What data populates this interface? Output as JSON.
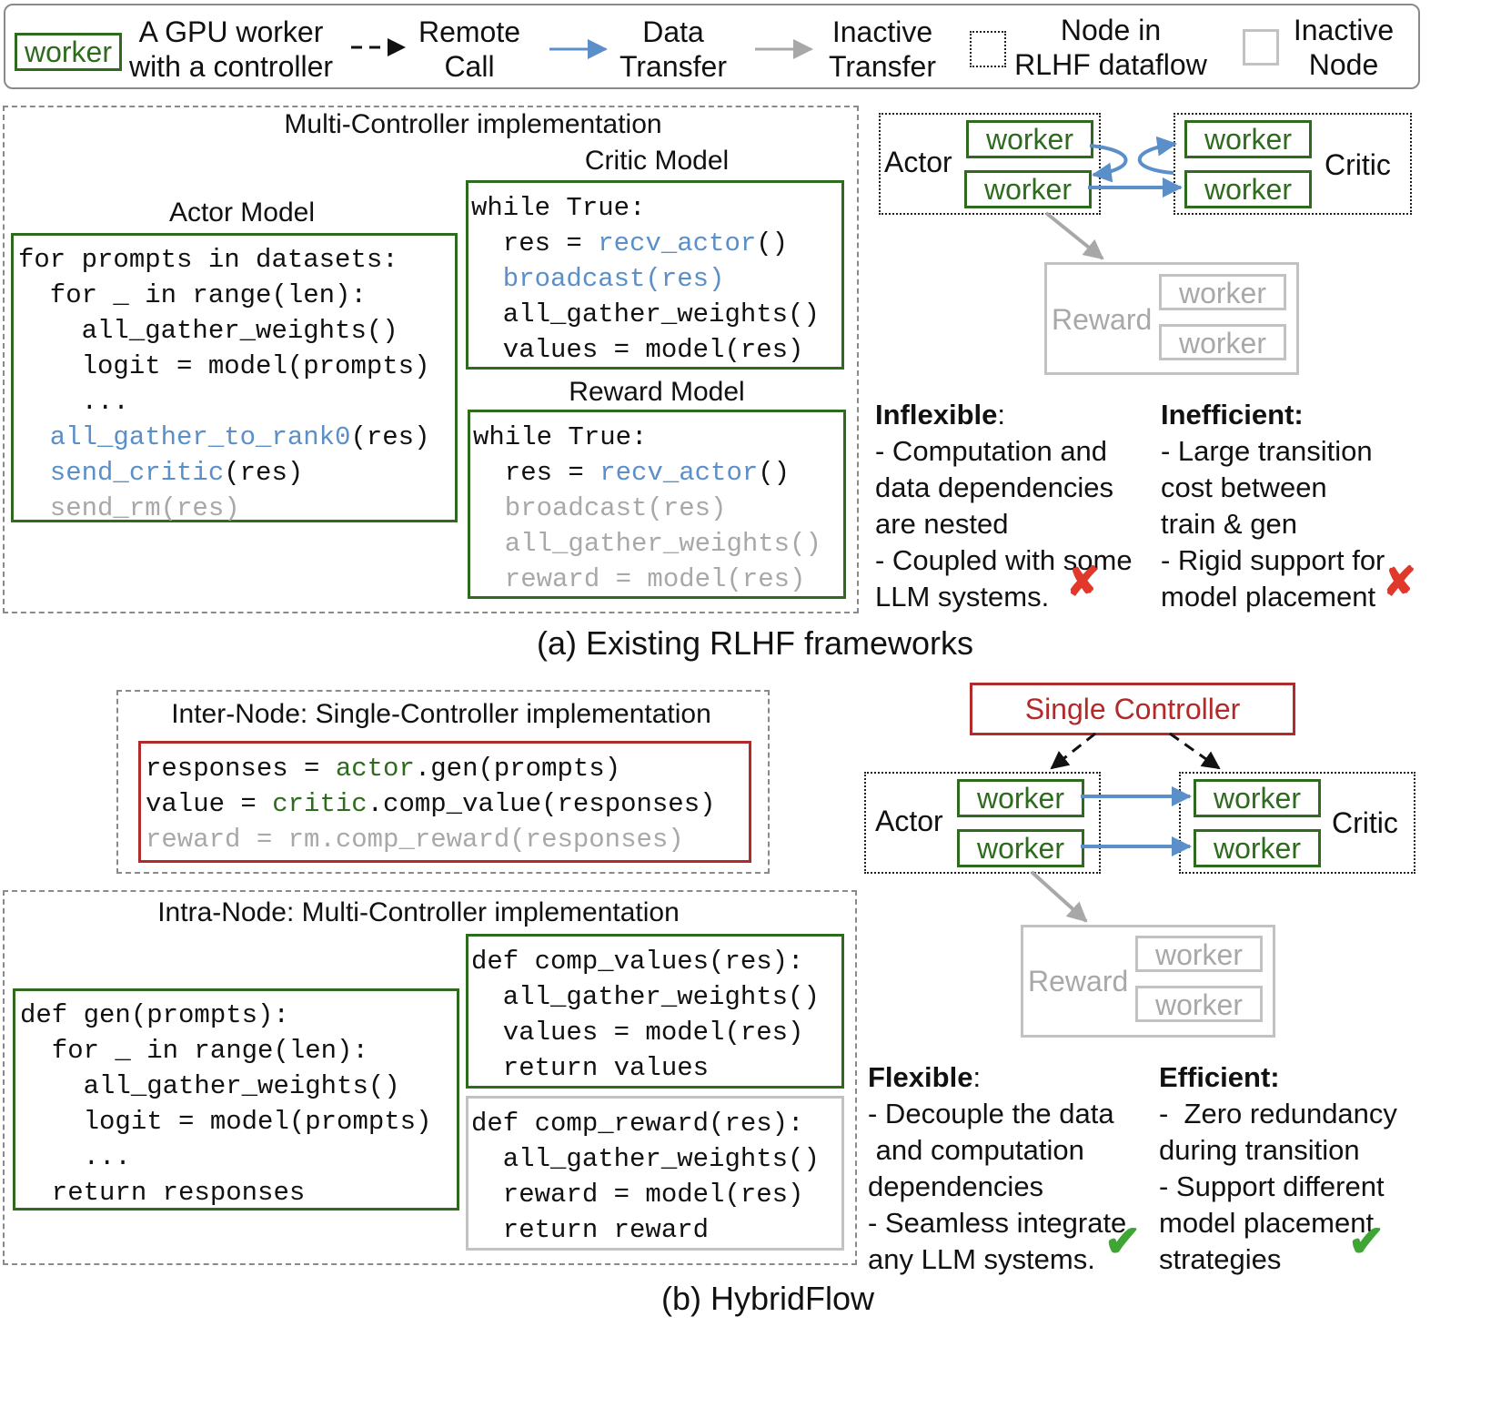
{
  "legend": {
    "worker_label": "worker",
    "worker_desc": [
      "A GPU worker",
      "with a controller"
    ],
    "remote_call": [
      "Remote",
      "Call"
    ],
    "data_transfer": [
      "Data",
      "Transfer"
    ],
    "inactive_transfer": [
      "Inactive",
      "Transfer"
    ],
    "node_in_dataflow": [
      "Node in",
      "RLHF dataflow"
    ],
    "inactive_node": [
      "Inactive",
      "Node"
    ]
  },
  "part_a": {
    "multi_title": "Multi-Controller implementation",
    "actor_title": "Actor Model",
    "critic_title": "Critic Model",
    "reward_title": "Reward Model",
    "actor_code": [
      "for prompts in datasets:",
      "  for _ in range(len):",
      "    all_gather_weights()",
      "    logit = model(prompts)",
      "    ...",
      "  all_gather_to_rank0(res)",
      "  send_critic(res)",
      "  send_rm(res)"
    ],
    "critic_code": [
      "while True:",
      "  res = recv_actor()",
      "  broadcast(res)",
      "  all_gather_weights()",
      "  values = model(res)"
    ],
    "reward_code": [
      "while True:",
      "  res = recv_actor()",
      "  broadcast(res)",
      "  all_gather_weights()",
      "  reward = model(res)"
    ],
    "actor_label": "Actor",
    "critic_label": "Critic",
    "reward_label": "Reward",
    "worker": "worker",
    "inflexible_title": "Inflexible",
    "inflexible_colon": ":",
    "inflexible_lines": [
      "- Computation and",
      "data dependencies",
      "are nested",
      "- Coupled with some",
      "LLM systems."
    ],
    "inefficient_title": "Inefficient:",
    "inefficient_lines": [
      "- Large transition",
      "cost between",
      "train & gen",
      "- Rigid support for",
      "model placement"
    ],
    "cross_glyph": "✘",
    "caption": "(a) Existing RLHF frameworks"
  },
  "part_b": {
    "inter_title": "Inter-Node: Single-Controller implementation",
    "inter_code": [
      "responses = actor.gen(prompts)",
      "value = critic.comp_value(responses)",
      "reward = rm.comp_reward(responses)"
    ],
    "intra_title": "Intra-Node: Multi-Controller implementation",
    "gen_code": [
      "def gen(prompts):",
      "  for _ in range(len):",
      "    all_gather_weights()",
      "    logit = model(prompts)",
      "    ...",
      "  return responses"
    ],
    "values_code": [
      "def comp_values(res):",
      "  all_gather_weights()",
      "  values = model(res)",
      "  return values"
    ],
    "reward_code": [
      "def comp_reward(res):",
      "  all_gather_weights()",
      "  reward = model(res)",
      "  return reward"
    ],
    "single_controller": "Single Controller",
    "actor_label": "Actor",
    "critic_label": "Critic",
    "reward_label": "Reward",
    "worker": "worker",
    "flexible_title": "Flexible",
    "flexible_colon": ":",
    "flexible_lines": [
      "- Decouple the data",
      " and computation",
      "dependencies",
      "- Seamless integrate",
      "any LLM systems."
    ],
    "efficient_title": "Efficient:",
    "efficient_lines": [
      "-  Zero redundancy",
      "during transition",
      "- Support different",
      "model placement",
      "strategies"
    ],
    "check_glyph": "✔",
    "caption": "(b) HybridFlow"
  },
  "colors": {
    "worker_green": "#2e6b1f",
    "data_blue": "#5b8fc9",
    "inactive_gray": "#a8a8a8",
    "controller_red": "#b22a2a",
    "cross_red": "#e0392b",
    "check_green": "#3fa535"
  }
}
